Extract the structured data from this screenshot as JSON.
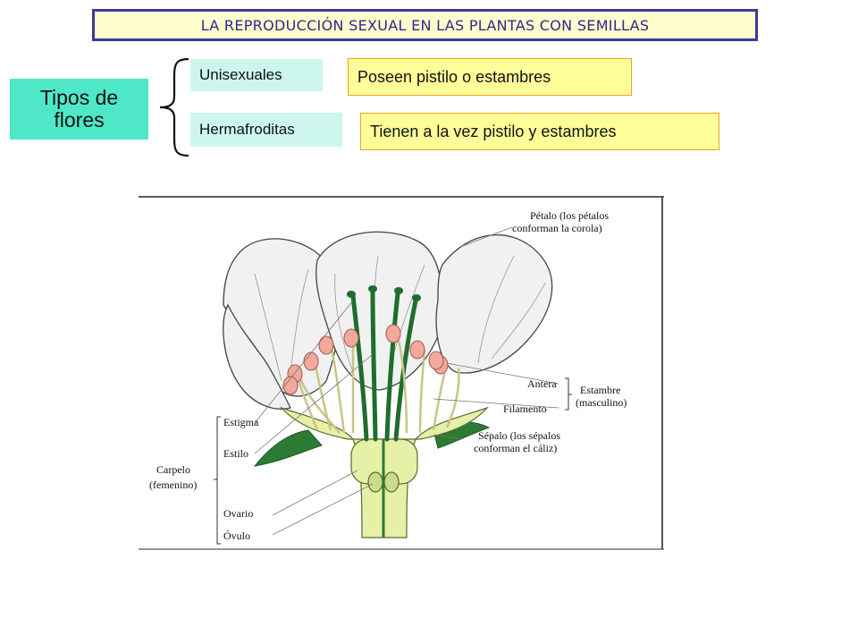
{
  "title": "LA REPRODUCCIÓN SEXUAL EN LAS PLANTAS CON SEMILLAS",
  "concept": {
    "root": "Tipos de\nflores",
    "types": [
      {
        "name": "Unisexuales",
        "description": "Poseen pistilo o estambres"
      },
      {
        "name": "Hermafroditas",
        "description": "Tienen a la vez pistilo y estambres"
      }
    ]
  },
  "figure": {
    "labels": {
      "petalo_1": "Pétalo (los pétalos",
      "petalo_2": "conforman la corola)",
      "antera": "Antera",
      "filamento": "Filamento",
      "estambre_1": "Estambre",
      "estambre_2": "(masculino)",
      "sepalo_1": "Sépalo (los sépalos",
      "sepalo_2": "conforman el cáliz)",
      "estigma": "Estigma",
      "estilo": "Estilo",
      "carpelo_1": "Carpelo",
      "carpelo_2": "(femenino)",
      "ovario": "Ovario",
      "ovulo": "Óvulo"
    }
  },
  "colors": {
    "title_border": "#3a3a9a",
    "title_bg": "#fefecf",
    "title_text": "#2b2b8c",
    "root_bg": "#4ee8c8",
    "tag_bg": "#cdf7ee",
    "desc_bg": "#ffff9a",
    "desc_border": "#f0a020"
  }
}
